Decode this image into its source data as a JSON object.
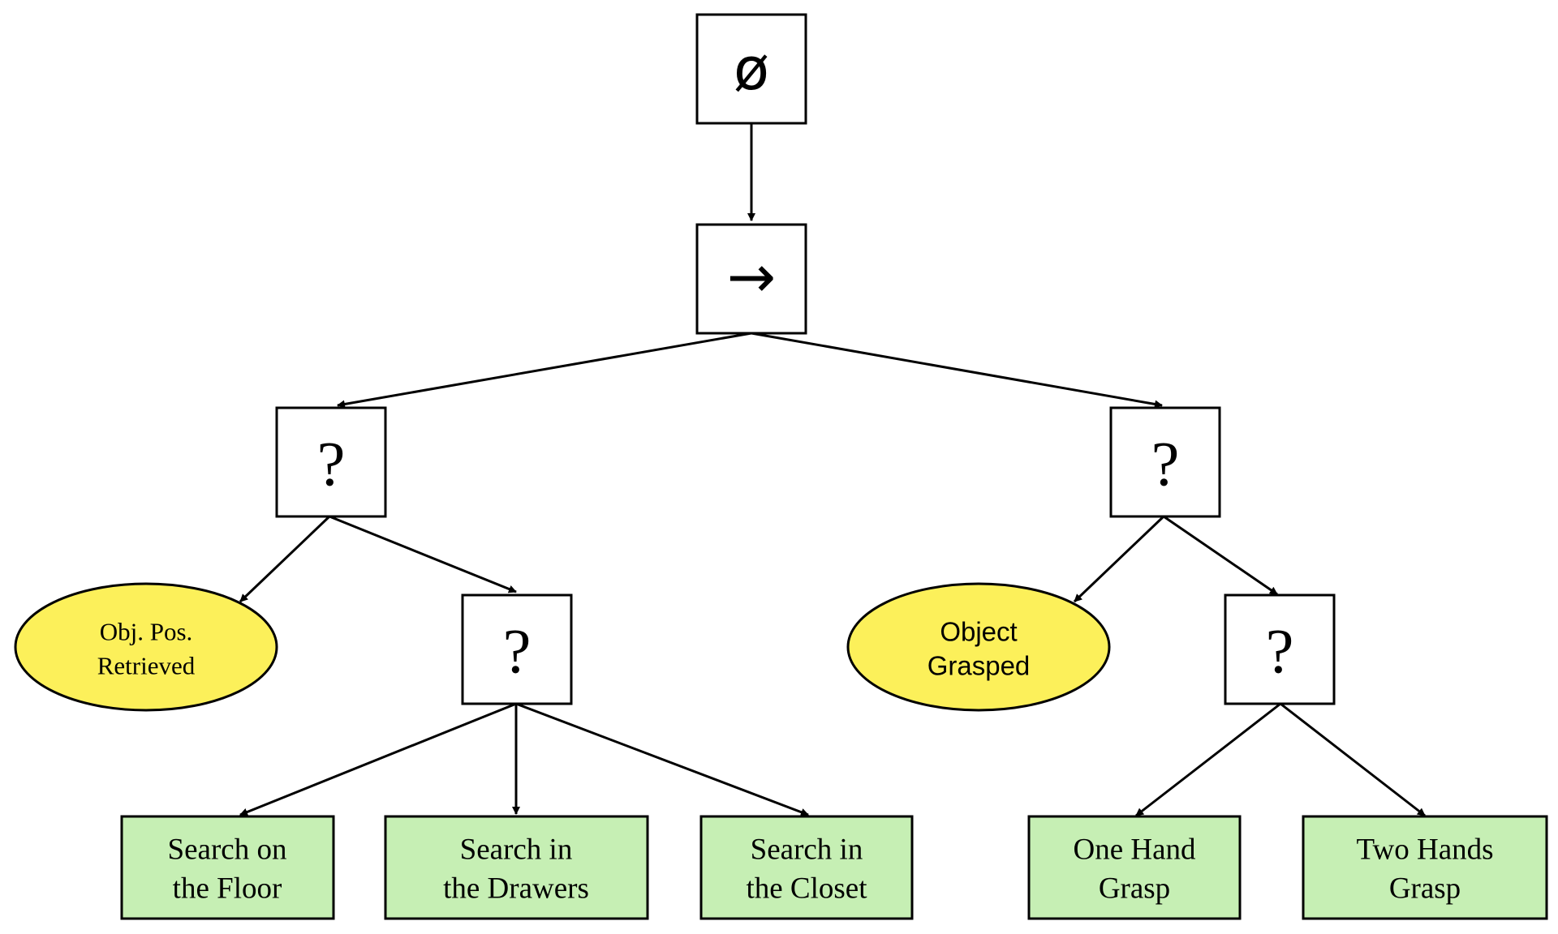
{
  "nodes": {
    "root": {
      "symbol": "ø"
    },
    "sequence": {
      "symbol": "→"
    },
    "fallback_left": {
      "symbol": "?"
    },
    "fallback_right": {
      "symbol": "?"
    },
    "fallback_search": {
      "symbol": "?"
    },
    "fallback_grasp": {
      "symbol": "?"
    },
    "cond_obj_pos": {
      "line1": "Obj. Pos.",
      "line2": "Retrieved"
    },
    "cond_grasped": {
      "line1": "Object",
      "line2": "Grasped"
    },
    "act_floor": {
      "line1": "Search on",
      "line2": "the Floor"
    },
    "act_drawers": {
      "line1": "Search in",
      "line2": "the Drawers"
    },
    "act_closet": {
      "line1": "Search in",
      "line2": "the Closet"
    },
    "act_one_hand": {
      "line1": "One Hand",
      "line2": "Grasp"
    },
    "act_two_hands": {
      "line1": "Two Hands",
      "line2": "Grasp"
    }
  },
  "colors": {
    "action_fill": "#c6efb4",
    "condition_fill": "#fcf05a",
    "control_fill": "#ffffff",
    "stroke": "#000000"
  }
}
